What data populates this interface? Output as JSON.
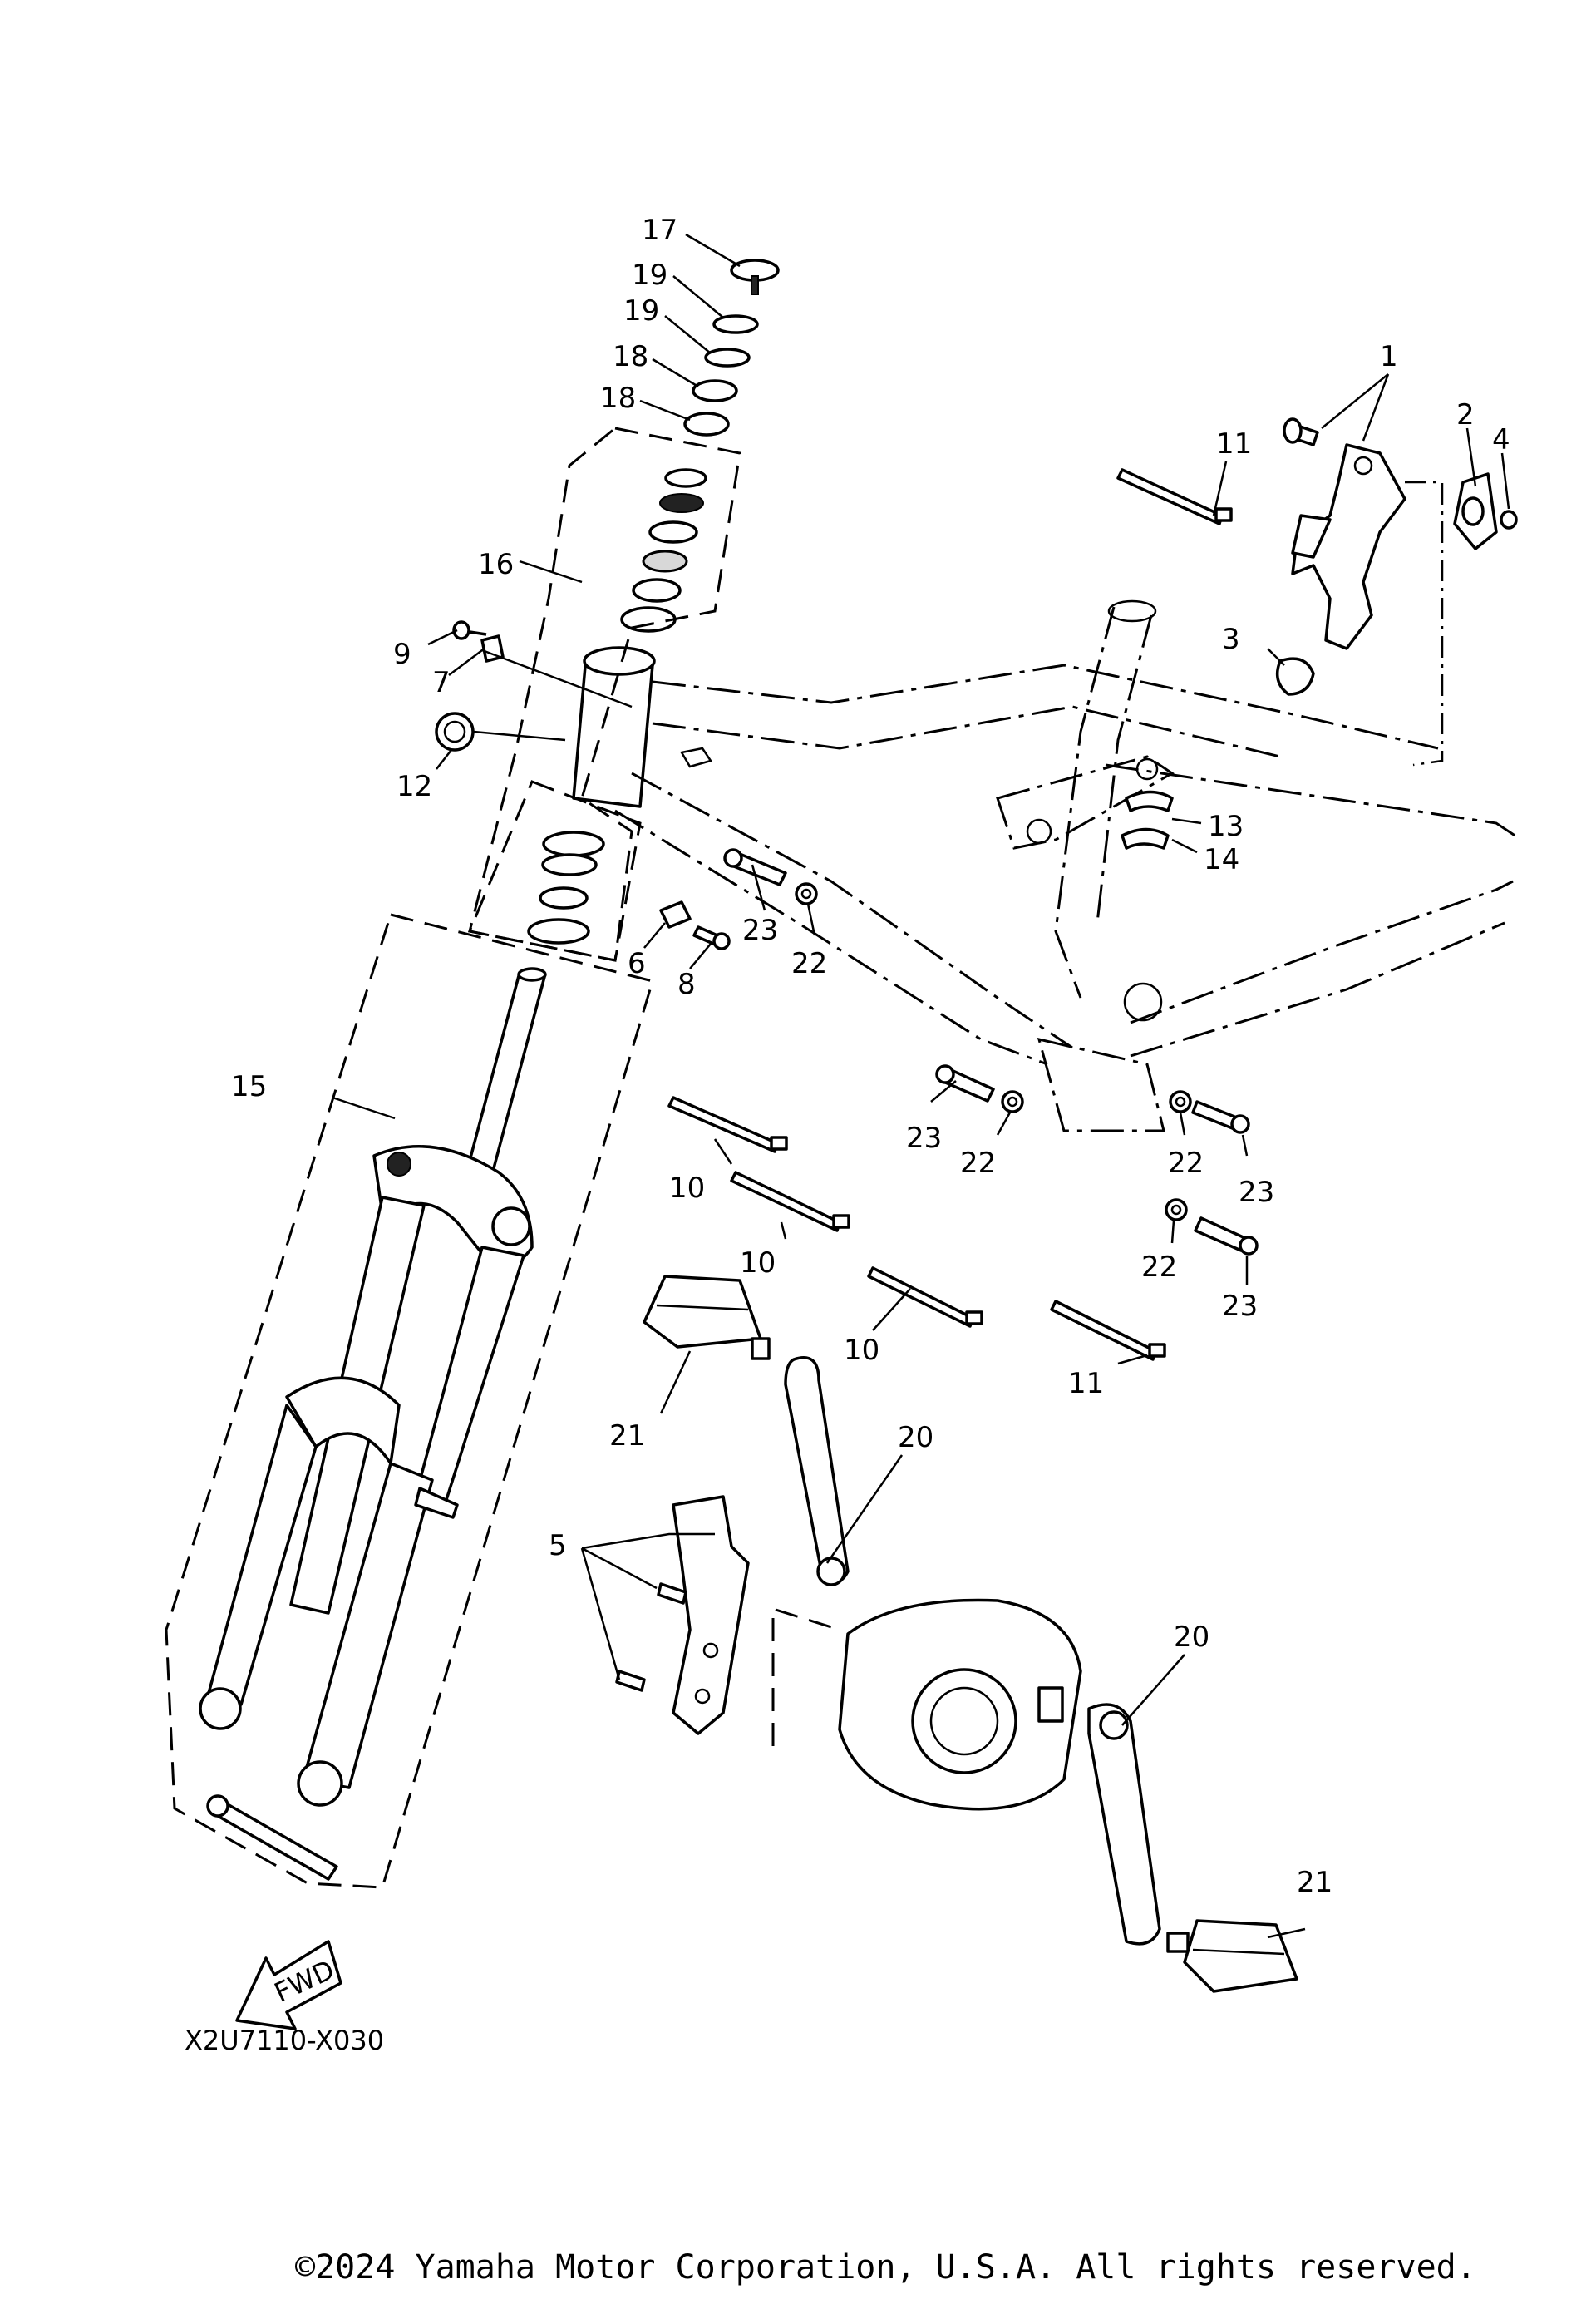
{
  "diagram_code": "X2U7110-X030",
  "copyright": "©2024 Yamaha Motor Corporation, U.S.A. All rights reserved.",
  "fwd_label": "FWD",
  "callouts": [
    {
      "id": "c1",
      "text": "1"
    },
    {
      "id": "c2",
      "text": "2"
    },
    {
      "id": "c3",
      "text": "3"
    },
    {
      "id": "c4",
      "text": "4"
    },
    {
      "id": "c5",
      "text": "5"
    },
    {
      "id": "c6",
      "text": "6"
    },
    {
      "id": "c7",
      "text": "7"
    },
    {
      "id": "c8",
      "text": "8"
    },
    {
      "id": "c9",
      "text": "9"
    },
    {
      "id": "c10a",
      "text": "10"
    },
    {
      "id": "c10b",
      "text": "10"
    },
    {
      "id": "c10c",
      "text": "10"
    },
    {
      "id": "c11a",
      "text": "11"
    },
    {
      "id": "c11b",
      "text": "11"
    },
    {
      "id": "c12",
      "text": "12"
    },
    {
      "id": "c13",
      "text": "13"
    },
    {
      "id": "c14",
      "text": "14"
    },
    {
      "id": "c15",
      "text": "15"
    },
    {
      "id": "c16",
      "text": "16"
    },
    {
      "id": "c17",
      "text": "17"
    },
    {
      "id": "c18a",
      "text": "18"
    },
    {
      "id": "c18b",
      "text": "18"
    },
    {
      "id": "c19a",
      "text": "19"
    },
    {
      "id": "c19b",
      "text": "19"
    },
    {
      "id": "c20a",
      "text": "20"
    },
    {
      "id": "c20b",
      "text": "20"
    },
    {
      "id": "c21a",
      "text": "21"
    },
    {
      "id": "c21b",
      "text": "21"
    },
    {
      "id": "c22a",
      "text": "22"
    },
    {
      "id": "c22b",
      "text": "22"
    },
    {
      "id": "c22c",
      "text": "22"
    },
    {
      "id": "c23a",
      "text": "23"
    },
    {
      "id": "c23b",
      "text": "23"
    },
    {
      "id": "c23c",
      "text": "23"
    },
    {
      "id": "c23d",
      "text": "23"
    }
  ]
}
